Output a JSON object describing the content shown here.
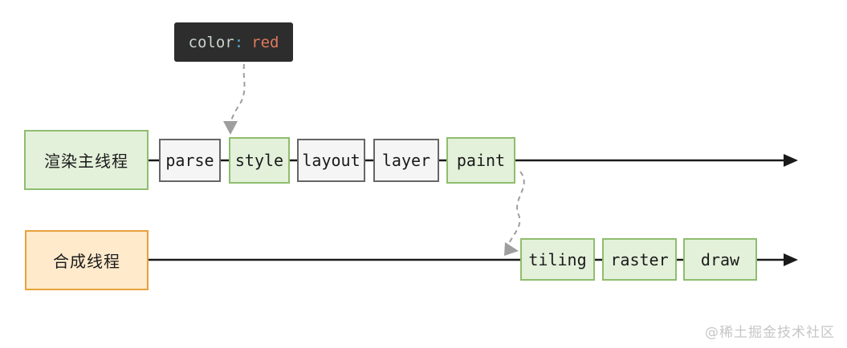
{
  "diagram": {
    "title_hint": "browser rendering pipeline threads",
    "tooltip": {
      "property": "color",
      "separator": ":",
      "value": "red"
    },
    "rows": [
      {
        "id": "main-thread",
        "label": "渲染主线程",
        "stages": [
          {
            "label": "parse",
            "type": "gray"
          },
          {
            "label": "style",
            "type": "green"
          },
          {
            "label": "layout",
            "type": "gray"
          },
          {
            "label": "layer",
            "type": "gray"
          },
          {
            "label": "paint",
            "type": "green"
          }
        ]
      },
      {
        "id": "compositor-thread",
        "label": "合成线程",
        "stages": [
          {
            "label": "tiling",
            "type": "green"
          },
          {
            "label": "raster",
            "type": "green"
          },
          {
            "label": "draw",
            "type": "green"
          }
        ]
      }
    ],
    "colors": {
      "green_fill": "#e3f0da",
      "green_border": "#8fbd6e",
      "gray_fill": "#f5f5f5",
      "gray_border": "#666666",
      "orange_fill": "#ffeacc",
      "orange_border": "#e7a23b",
      "arrow": "#1a1a1a",
      "dashed_arrow": "#9e9e9e",
      "tooltip_bg": "#2d2d2d",
      "tooltip_property": "#c9d4cd",
      "tooltip_separator": "#55a7cd",
      "tooltip_value": "#e0795c"
    }
  },
  "watermark": "@稀土掘金技术社区"
}
